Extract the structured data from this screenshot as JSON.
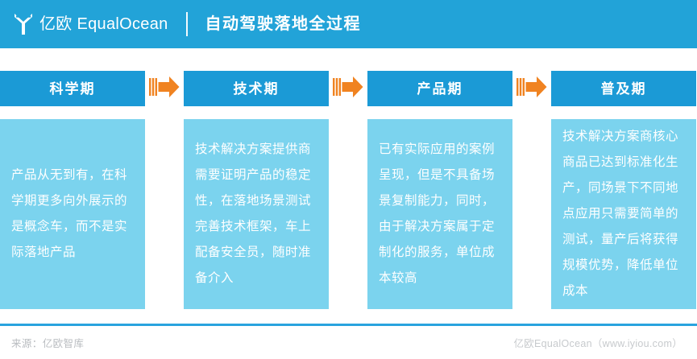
{
  "header": {
    "logo_icon": "equalocean-leaf-logo-icon",
    "brand_text": "亿欧 EqualOcean",
    "title": "自动驾驶落地全过程",
    "bar_color": "#22a3d8"
  },
  "colors": {
    "header_blue": "#22a3d8",
    "stage_header_blue": "#1b9ad6",
    "stage_body_blue": "#7bd3ee",
    "arrow_orange": "#f08321",
    "footer_rule": "#29a3de",
    "footer_text": "#bfc2c6"
  },
  "stages": [
    {
      "title": "科学期",
      "body": "产品从无到有，在科学期更多向外展示的是概念车，而不是实际落地产品"
    },
    {
      "title": "技术期",
      "body": "技术解决方案提供商需要证明产品的稳定性，在落地场景测试完善技术框架，车上配备安全员，随时准备介入"
    },
    {
      "title": "产品期",
      "body": "已有实际应用的案例呈现，但是不具备场景复制能力，同时，由于解决方案属于定制化的服务，单位成本较高"
    },
    {
      "title": "普及期",
      "body": "技术解决方案商核心商品已达到标准化生产，同场景下不同地点应用只需要简单的测试，量产后将获得规模优势，降低单位成本"
    }
  ],
  "arrow_icon": "right-arrow-icon",
  "footer": {
    "source": "来源：亿欧智库",
    "brand": "亿欧EqualOcean（www.iyiou.com）"
  }
}
